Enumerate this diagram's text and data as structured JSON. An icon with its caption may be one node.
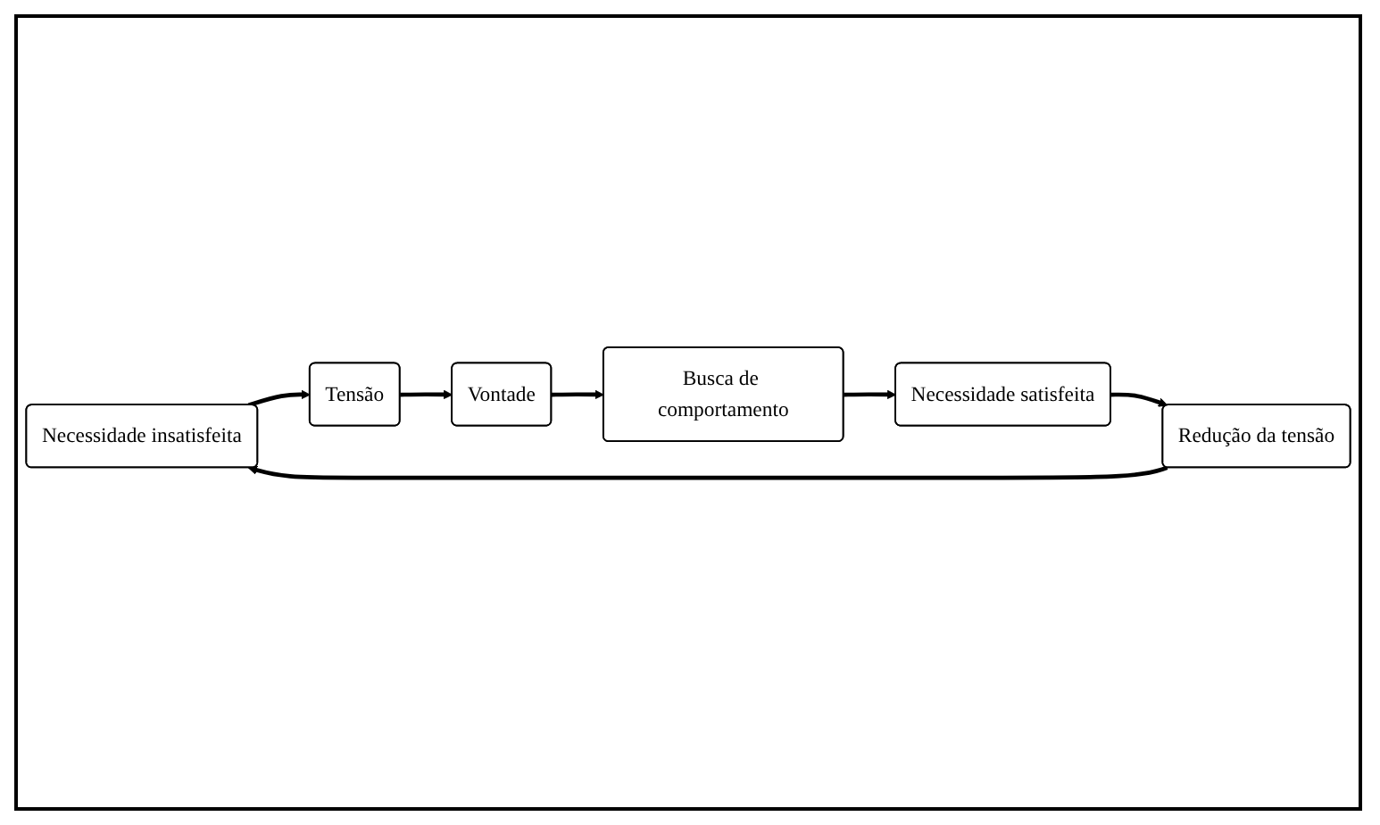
{
  "diagram": {
    "nodes": [
      {
        "text": [
          "Necessidade insatisfeita"
        ]
      },
      {
        "text": [
          "Tensão"
        ]
      },
      {
        "text": [
          "Vontade"
        ]
      },
      {
        "text": [
          "Busca de comportamento"
        ]
      },
      {
        "text": [
          "Necessidade satisfeita"
        ]
      },
      {
        "text": [
          "Redução da tensão"
        ]
      }
    ],
    "edges": [
      {
        "from": 0,
        "to": 1,
        "arrow": "to"
      },
      {
        "from": 1,
        "to": 2,
        "arrow": "to"
      },
      {
        "from": 2,
        "to": 3,
        "arrow": "to"
      },
      {
        "from": 3,
        "to": 4,
        "arrow": "to"
      },
      {
        "from": 4,
        "to": 5,
        "arrow": "to"
      },
      {
        "from": 5,
        "to": 0,
        "arrow": "to"
      }
    ]
  }
}
